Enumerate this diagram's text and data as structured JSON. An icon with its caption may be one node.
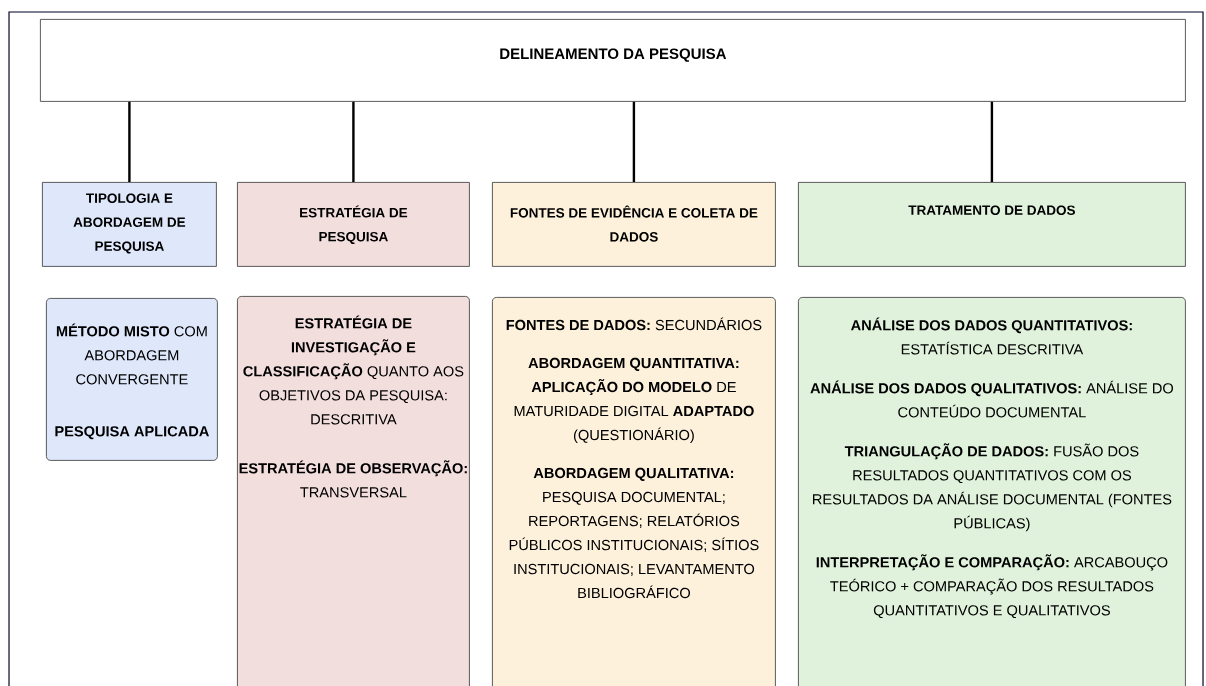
{
  "diagram": {
    "nodes": [
      {
        "text": [
          "DELINEAMENTO DA PESQUISA"
        ]
      },
      {
        "text": [
          "TIPOLOGIA E ABORDAGEM DE PESQUISA"
        ]
      },
      {
        "text": [
          "ESTRATÉGIA DE PESQUISA"
        ]
      },
      {
        "text": [
          "FONTES DE EVIDÊNCIA E COLETA DE DADOS"
        ]
      },
      {
        "text": [
          "TRATAMENTO DE DADOS"
        ]
      },
      {
        "text": [
          "**MÉTODO MISTO** COM ABORDAGEM CONVERGENTE",
          "**PESQUISA APLICADA**"
        ]
      },
      {
        "text": [
          "**ESTRATÉGIA DE INVESTIGAÇÃO E CLASSIFICAÇÃO** QUANTO AOS OBJETIVOS DA PESQUISA: DESCRITIVA",
          "**ESTRATÉGIA DE OBSERVAÇÃO:** TRANSVERSAL"
        ]
      },
      {
        "text": [
          "**FONTES DE DADOS:** SECUNDÁRIOS",
          "**ABORDAGEM QUANTITATIVA: APLICAÇÃO DO MODELO** DE MATURIDADE DIGITAL **ADAPTADO** (QUESTIONÁRIO)",
          "**ABORDAGEM QUALITATIVA:** PESQUISA DOCUMENTAL; REPORTAGENS; RELATÓRIOS PÚBLICOS INSTITUCIONAIS; SÍTIOS INSTITUCIONAIS; LEVANTAMENTO BIBLIOGRÁFICO"
        ]
      },
      {
        "text": [
          "**ANÁLISE DOS DADOS QUANTITATIVOS:** ESTATÍSTICA DESCRITIVA",
          "**ANÁLISE DOS DADOS QUALITATIVOS:** ANÁLISE DO CONTEÚDO DOCUMENTAL",
          "**TRIANGULAÇÃO DE DADOS:** FUSÃO DOS RESULTADOS QUANTITATIVOS COM OS RESULTADOS  DA ANÁLISE DOCUMENTAL (FONTES PÚBLICAS)",
          "**INTERPRETAÇÃO E COMPARAÇÃO:** ARCABOUÇO TEÓRICO + COMPARAÇÃO DOS RESULTADOS QUANTITATIVOS E QUALITATIVOS"
        ]
      }
    ],
    "edges": [
      {
        "from": 0,
        "to": 1,
        "arrow": "none"
      },
      {
        "from": 0,
        "to": 2,
        "arrow": "none"
      },
      {
        "from": 0,
        "to": 3,
        "arrow": "none"
      },
      {
        "from": 0,
        "to": 4,
        "arrow": "none"
      }
    ]
  }
}
